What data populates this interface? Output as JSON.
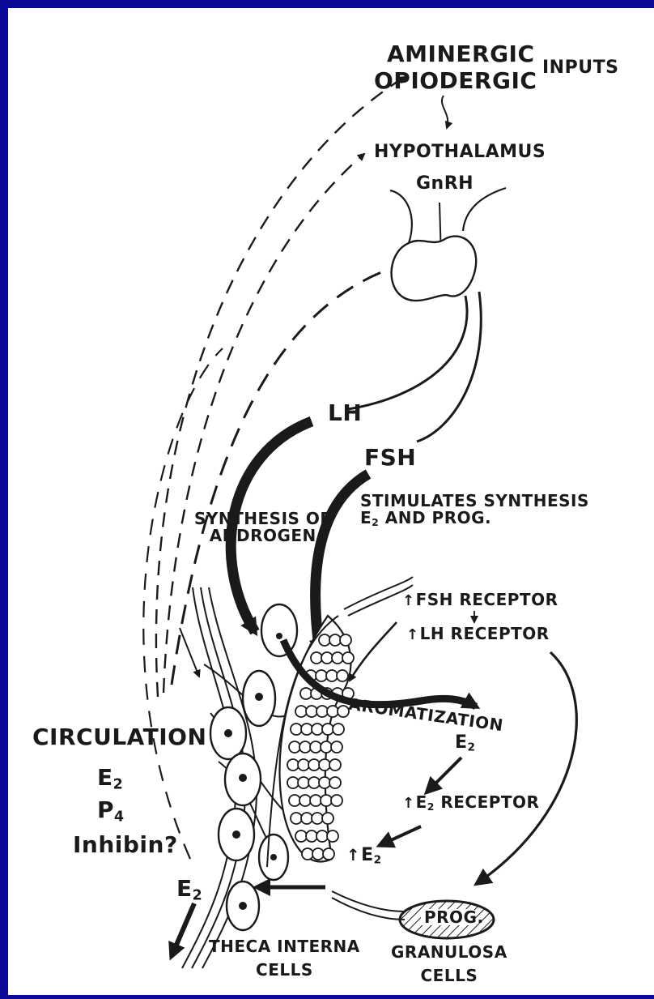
{
  "colors": {
    "frame": "#0a0a96",
    "panel": "#ffffff",
    "ink": "#1a1a1a"
  },
  "labels": {
    "aminergic": "AMINERGIC",
    "opiodergic": "OPIODERGIC",
    "inputs": "INPUTS",
    "hypothalamus": "HYPOTHALAMUS",
    "gnrh": "GnRH",
    "lh": "LH",
    "fsh": "FSH",
    "synthesis_line1": "SYNTHESIS OF",
    "synthesis_line2": "ANDROGEN",
    "stimulates_line1": "STIMULATES SYNTHESIS",
    "stimulates_e": "E",
    "stimulates_e_sub": "2",
    "stimulates_rest": " AND PROG.",
    "fsh_receptor": "FSH RECEPTOR",
    "lh_receptor": "LH RECEPTOR",
    "aromatization": "AROMATIZATION",
    "e2_a_main": "E",
    "e2_a_sub": "2",
    "e2_receptor_main": "E",
    "e2_receptor_sub": "2",
    "e2_receptor_rest": " RECEPTOR",
    "e2_up_main": "E",
    "e2_up_sub": "2",
    "circulation": "CIRCULATION",
    "circ_e": "E",
    "circ_e_sub": "2",
    "circ_p": "P",
    "circ_p_sub": "4",
    "inhibin": "Inhibin?",
    "e2_out_main": "E",
    "e2_out_sub": "2",
    "prog": "PROG.",
    "granulosa_line1": "GRANULOSA",
    "granulosa_line2": "CELLS",
    "theca_line1": "THECA INTERNA",
    "theca_line2": "CELLS"
  }
}
